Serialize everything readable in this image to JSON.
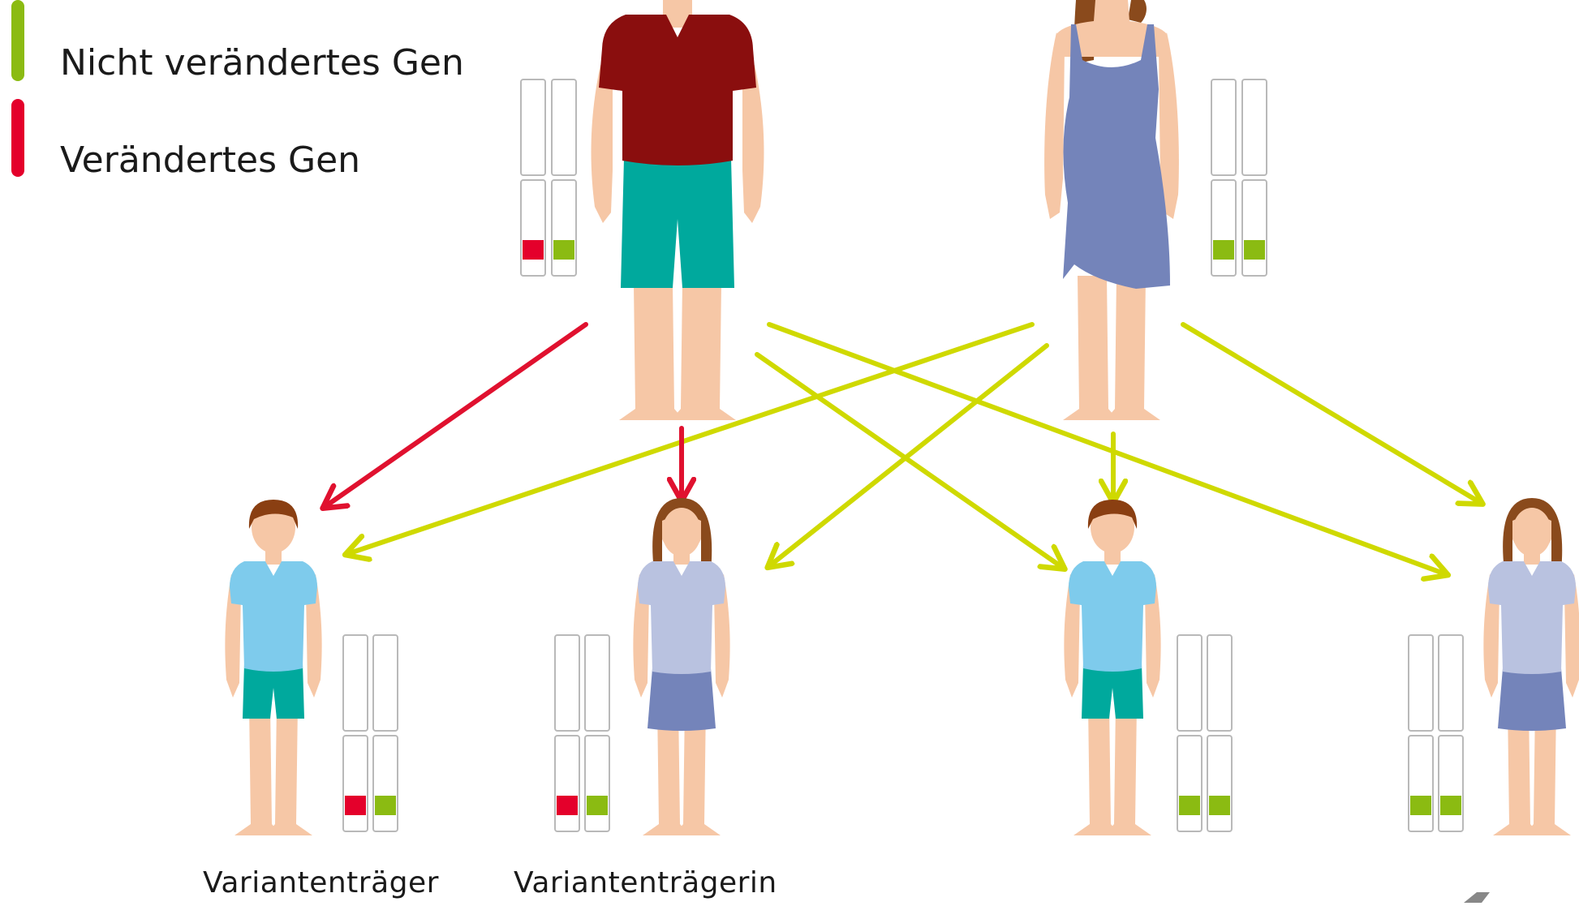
{
  "legend": {
    "normal_label": "Nicht verändertes Gen",
    "altered_label": "Verändertes Gen"
  },
  "colors": {
    "normal_gene": "#8bbb12",
    "altered_gene": "#e4002b",
    "arrow_altered": "#e0112f",
    "arrow_normal": "#cfd900",
    "skin": "#f6c7a6",
    "father_shirt": "#8a0e0e",
    "father_shorts": "#00a99d",
    "mother_dress": "#7484ba",
    "hair_woman": "#8a4a1c",
    "hair_child": "#8a3f12",
    "boy_shirt": "#7ecbec",
    "girl_shirt": "#b9c2e0"
  },
  "people": {
    "father": {
      "role": "father",
      "genes": [
        "altered",
        "normal"
      ]
    },
    "mother": {
      "role": "mother",
      "genes": [
        "normal",
        "normal"
      ]
    },
    "child1": {
      "role": "boy",
      "genes": [
        "altered",
        "normal"
      ],
      "label": "Variantenträger"
    },
    "child2": {
      "role": "girl",
      "genes": [
        "altered",
        "normal"
      ],
      "label": "Variantenträgerin"
    },
    "child3": {
      "role": "boy",
      "genes": [
        "normal",
        "normal"
      ]
    },
    "child4": {
      "role": "girl",
      "genes": [
        "normal",
        "normal"
      ]
    }
  },
  "inheritance": [
    {
      "from": "father",
      "to": "child1",
      "allele": "altered"
    },
    {
      "from": "father",
      "to": "child2",
      "allele": "altered"
    },
    {
      "from": "father",
      "to": "child3",
      "allele": "normal"
    },
    {
      "from": "father",
      "to": "child4",
      "allele": "normal"
    },
    {
      "from": "mother",
      "to": "child1",
      "allele": "normal"
    },
    {
      "from": "mother",
      "to": "child2",
      "allele": "normal"
    },
    {
      "from": "mother",
      "to": "child3",
      "allele": "normal"
    },
    {
      "from": "mother",
      "to": "child4",
      "allele": "normal"
    }
  ]
}
